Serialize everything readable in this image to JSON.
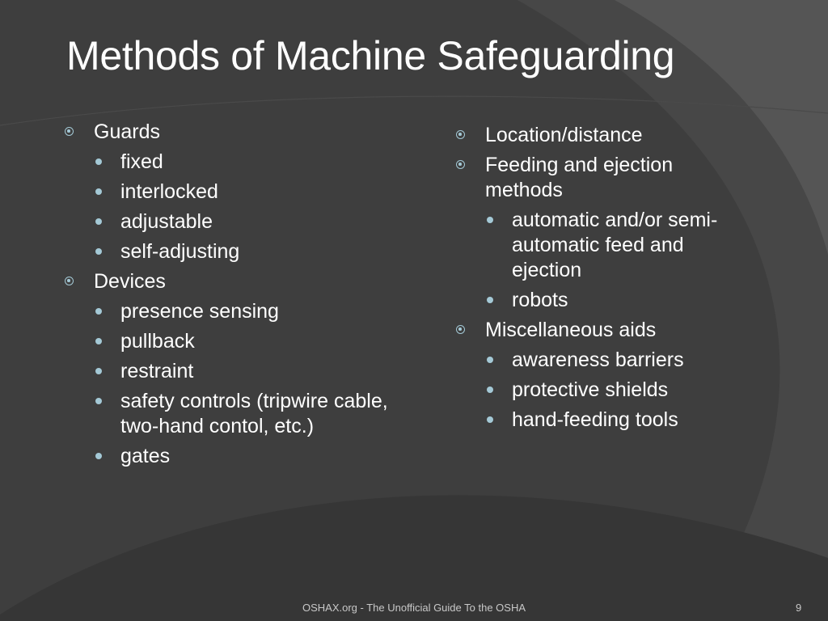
{
  "slide": {
    "title": "Methods of Machine Safeguarding",
    "left_column": [
      {
        "label": "Guards",
        "subitems": [
          "fixed",
          "interlocked",
          "adjustable",
          "self-adjusting"
        ]
      },
      {
        "label": "Devices",
        "subitems": [
          "presence sensing",
          "pullback",
          "restraint",
          "safety controls (tripwire cable, two-hand contol, etc.)",
          "gates"
        ]
      }
    ],
    "right_column": [
      {
        "label": "Location/distance",
        "subitems": []
      },
      {
        "label": "Feeding and ejection methods",
        "subitems": [
          "automatic and/or semi-automatic feed and ejection",
          "robots"
        ]
      },
      {
        "label": "Miscellaneous aids",
        "subitems": [
          "awareness barriers",
          "protective shields",
          "hand-feeding tools"
        ]
      }
    ],
    "footer": "OSHAX.org - The Unofficial Guide To the OSHA",
    "page_number": "9"
  },
  "colors": {
    "background": "#3f3f3f",
    "bullet": "#a4c9d6",
    "text": "#ffffff"
  }
}
